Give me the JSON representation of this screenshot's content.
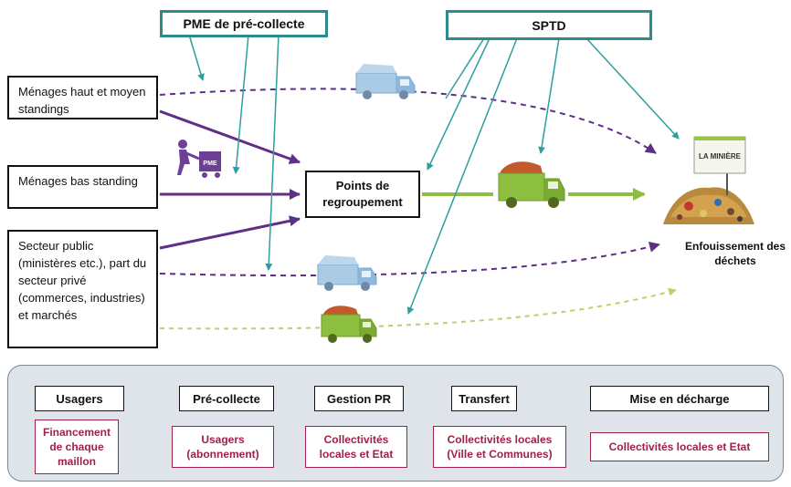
{
  "headers": {
    "pme": "PME de pré-collecte",
    "sptd": "SPTD"
  },
  "actors": [
    {
      "id": "menages-haut",
      "text": "Ménages haut et moyen standings"
    },
    {
      "id": "menages-bas",
      "text": "Ménages bas standing"
    },
    {
      "id": "secteur-public",
      "text": "Secteur public (ministères etc.), part du secteur privé (commerces, industries) et marchés"
    }
  ],
  "points_regroupement": "Points de regroupement",
  "cart_label": "PME",
  "landfill": {
    "sign": "LA MINIÈRE",
    "label": "Enfouissement des déchets"
  },
  "colors": {
    "teal": "#2e9e9e",
    "purple": "#5e2f86",
    "green": "#8cbf3f",
    "light_green": "#b6d46a",
    "finance": "#a0204a",
    "panel": "#dfe4ea"
  },
  "pipeline": {
    "steps": [
      "Usagers",
      "Pré-collecte",
      "Gestion PR",
      "Transfert",
      "Mise en décharge"
    ],
    "financing": [
      "Financement de chaque maillon",
      "Usagers (abonnement)",
      "Collectivités locales et Etat",
      "Collectivités locales (Ville et Communes)",
      "Collectivités locales et Etat"
    ]
  }
}
